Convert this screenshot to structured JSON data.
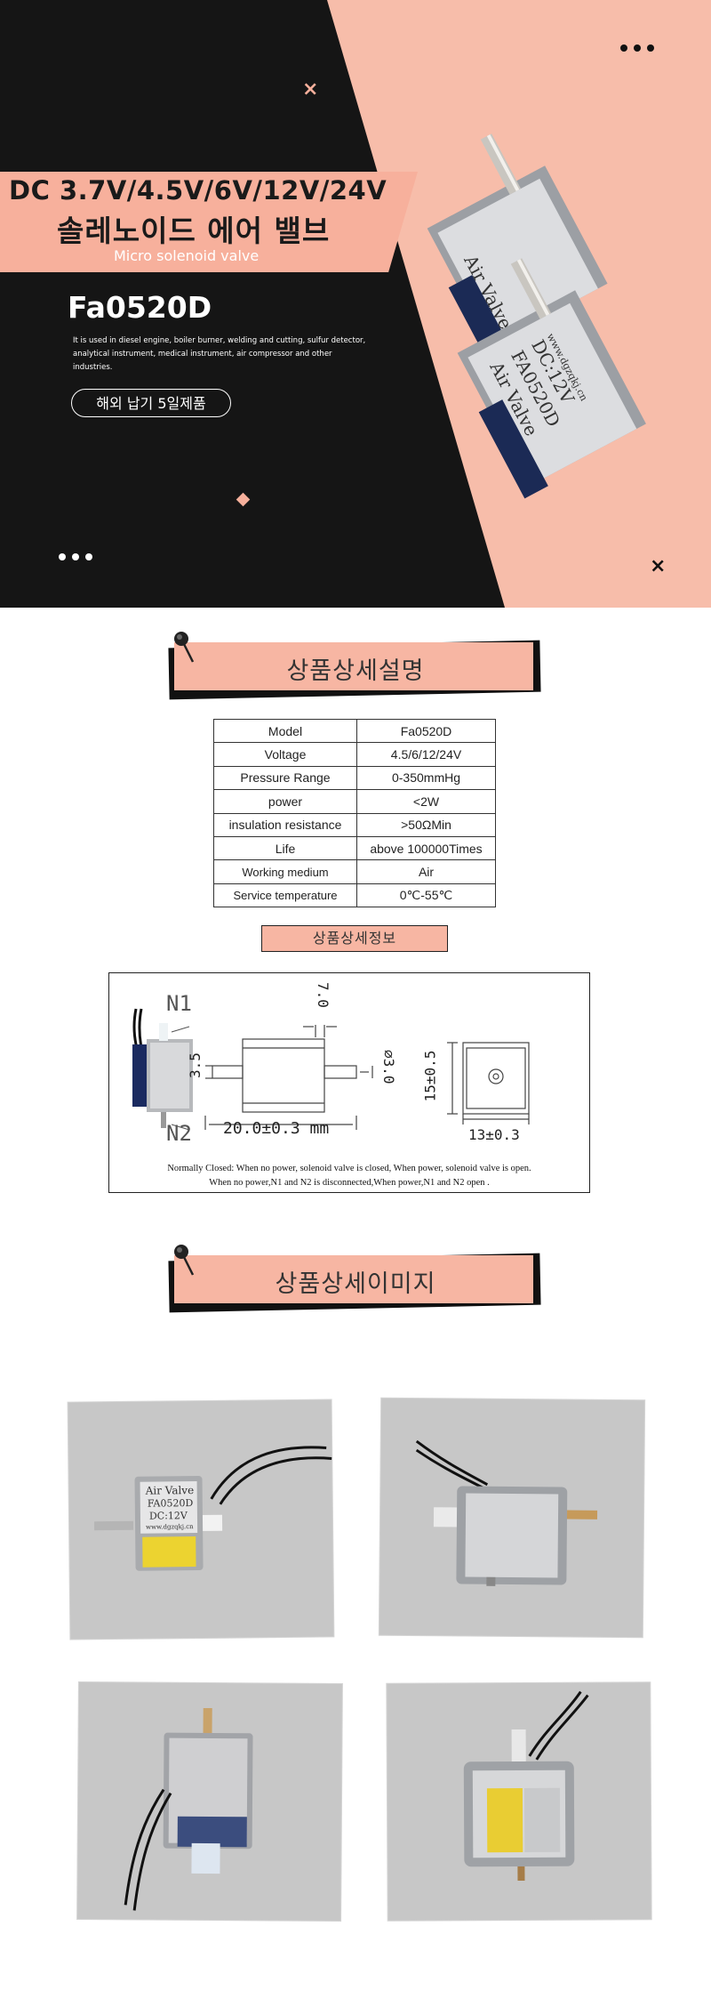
{
  "hero": {
    "title_line1": "DC 3.7V/4.5V/6V/12V/24V",
    "title_line2": "솔레노이드 에어 밸브",
    "subtitle": "Micro solenoid valve",
    "model": "Fa0520D",
    "description_line1": "It is used in diesel engine, boiler burner, welding and cutting, sulfur detector,",
    "description_line2": "analytical instrument, medical instrument, air compressor and other industries.",
    "pill": "해외 납기 5일제품",
    "close_mark": "×",
    "product_print": {
      "brand": "Air Valve",
      "model": "FA0520D",
      "voltage": "DC:12V",
      "site": "www.dgzqkj.cn"
    },
    "colors": {
      "dark": "#151515",
      "accent": "#f7b09c",
      "light": "#f7bdaa"
    }
  },
  "section1": {
    "title": "상품상세설명"
  },
  "spec_table": [
    {
      "label": "Model",
      "value": "Fa0520D"
    },
    {
      "label": "Voltage",
      "value": "4.5/6/12/24V"
    },
    {
      "label": "Pressure Range",
      "value": "0-350mmHg"
    },
    {
      "label": "power",
      "value": "<2W"
    },
    {
      "label": "insulation resistance",
      "value": ">50ΩMin"
    },
    {
      "label": "Life",
      "value": "above 100000Times"
    },
    {
      "label": "Working medium",
      "value": "Air"
    },
    {
      "label": "Service temperature",
      "value": "0℃-55℃"
    }
  ],
  "info_label": "상품상세정보",
  "diagram": {
    "n1": "N1",
    "n2": "N2",
    "dim_width": "20.0±0.3 mm",
    "dim_top": "7.0",
    "dim_left": "3.5",
    "dim_pipe": "∅3.0",
    "dim_height": "15±0.5",
    "dim_side": "13±0.3",
    "note_line1": "Normally Closed: When no power, solenoid valve is closed, When power, solenoid valve is open.",
    "note_line2": "When no power,N1 and N2 is disconnected,When power,N1 and N2 open ."
  },
  "section2": {
    "title": "상품상세이미지"
  },
  "photos": {
    "p1": {
      "brand": "Air Valve",
      "model": "FA0520D",
      "voltage": "DC:12V",
      "site": "www.dgzqkj.cn"
    }
  }
}
